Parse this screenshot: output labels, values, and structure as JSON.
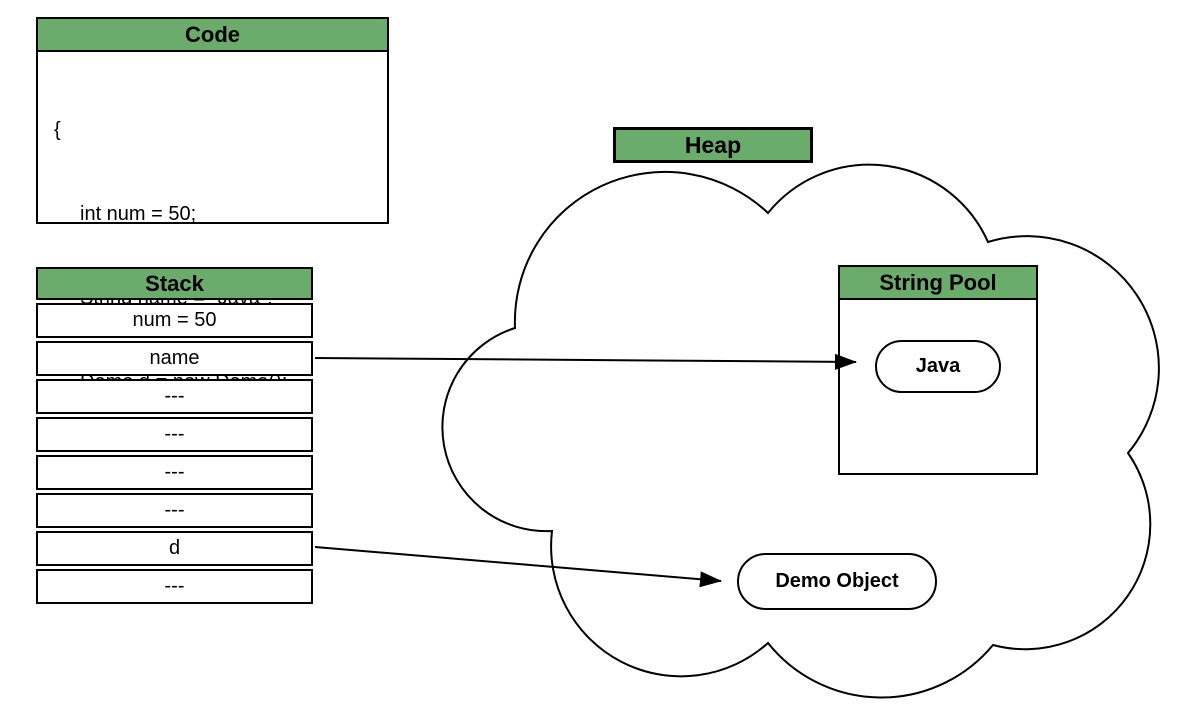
{
  "colors": {
    "header_green": "#6bab6c",
    "line_black": "#000000",
    "background": "#ffffff"
  },
  "code_box": {
    "title": "Code",
    "lines": [
      "{",
      "int num = 50;",
      "String name = \"Java\";",
      "Demo d = new Demo();",
      "}"
    ]
  },
  "stack": {
    "title": "Stack",
    "rows": [
      "num = 50",
      "name",
      "---",
      "---",
      "---",
      "---",
      "d",
      "---"
    ]
  },
  "heap": {
    "label": "Heap"
  },
  "string_pool": {
    "title": "String Pool",
    "value": "Java"
  },
  "demo_object": {
    "label": "Demo Object"
  },
  "arrows": [
    {
      "from": "stack row name",
      "to": "Java string in String Pool"
    },
    {
      "from": "stack row d",
      "to": "Demo Object in Heap"
    }
  ]
}
